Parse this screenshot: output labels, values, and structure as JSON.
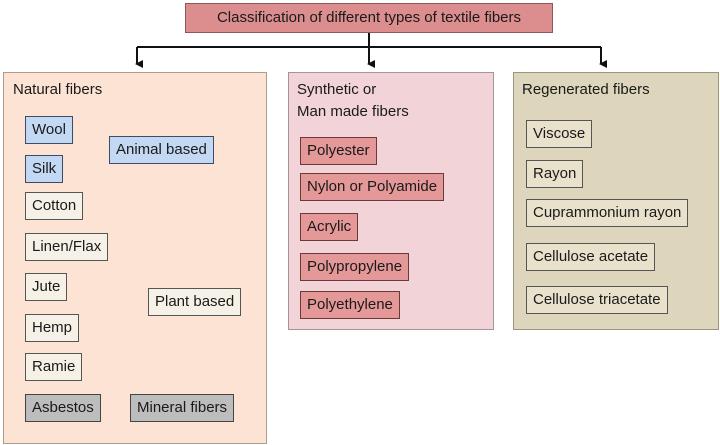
{
  "title": "Classification of different types of textile fibers",
  "natural": {
    "title": "Natural fibers",
    "animal_items": [
      "Wool",
      "Silk"
    ],
    "animal_label": "Animal based",
    "cotton": "Cotton",
    "plant_items": [
      "Linen/Flax",
      "Jute",
      "Hemp",
      "Ramie"
    ],
    "plant_label": "Plant based",
    "asbestos": "Asbestos",
    "mineral_label": "Mineral fibers"
  },
  "synthetic": {
    "title_line1": "Synthetic or",
    "title_line2": "Man made fibers",
    "items": [
      "Polyester",
      "Nylon or Polyamide",
      "Acrylic",
      "Polypropylene",
      "Polyethylene"
    ]
  },
  "regenerated": {
    "title": "Regenerated fibers",
    "items": [
      "Viscose",
      "Rayon",
      "Cuprammonium rayon",
      "Cellulose acetate",
      "Cellulose triacetate"
    ]
  }
}
